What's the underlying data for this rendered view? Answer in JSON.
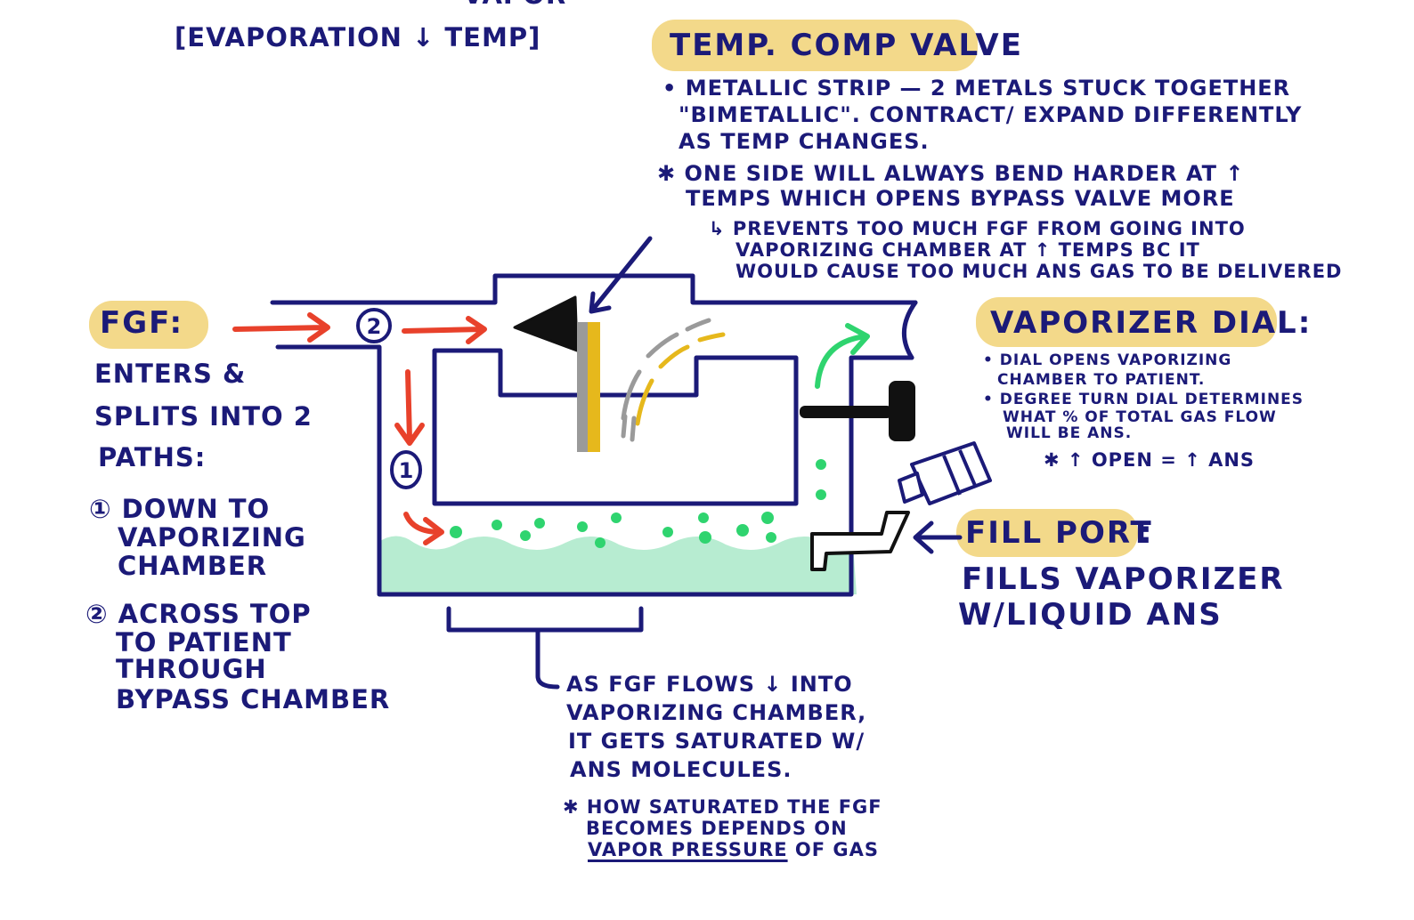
{
  "top": {
    "cutoff_line": "VAPOR",
    "subtitle": "[EVAPORATION ↓ TEMP]"
  },
  "temp_comp_valve": {
    "title": "TEMP. COMP VALVE",
    "bullet1": [
      "• METALLIC STRIP — 2 METALS STUCK TOGETHER",
      "\"BIMETALLIC\". CONTRACT/ EXPAND DIFFERENTLY",
      "AS TEMP CHANGES."
    ],
    "note": [
      "✱ ONE SIDE WILL ALWAYS BEND HARDER AT ↑",
      "TEMPS WHICH OPENS BYPASS VALVE MORE"
    ],
    "sub_note": [
      "↳ PREVENTS TOO MUCH FGF FROM GOING INTO",
      "VAPORIZING CHAMBER AT ↑ TEMPS BC IT",
      "WOULD CAUSE TOO MUCH ANS GAS TO BE DELIVERED"
    ]
  },
  "fgf": {
    "title": "FGF:",
    "desc": [
      "ENTERS &",
      "SPLITS INTO 2",
      "PATHS:"
    ],
    "path1": [
      "① DOWN TO",
      "VAPORIZING",
      "CHAMBER"
    ],
    "path2": [
      "② ACROSS TOP",
      "TO PATIENT",
      "THROUGH",
      "BYPASS CHAMBER"
    ]
  },
  "diagram": {
    "marker1": "1",
    "marker2": "2"
  },
  "vaporizer_dial": {
    "title": "VAPORIZER DIAL:",
    "lines": [
      "• DIAL OPENS VAPORIZING",
      "CHAMBER TO PATIENT.",
      "• DEGREE TURN DIAL DETERMINES",
      "WHAT % OF TOTAL GAS FLOW",
      "WILL BE ANS."
    ],
    "note": "✱ ↑ OPEN = ↑ ANS"
  },
  "fill_port": {
    "title": "FILL PORT",
    "colon": ":",
    "desc": [
      "FILLS VAPORIZER",
      "W/LIQUID ANS"
    ]
  },
  "bottom_note": {
    "lines": [
      "AS FGF FLOWS ↓ INTO",
      "VAPORIZING CHAMBER,",
      "IT GETS SATURATED W/",
      "ANS MOLECULES."
    ],
    "star_lines": [
      "✱ HOW SATURATED THE FGF",
      "BECOMES DEPENDS ON"
    ],
    "underlined": "VAPOR PRESSURE",
    "tail": " OF GAS"
  },
  "colors": {
    "ink": "#1b1a78",
    "highlight": "#f3d98a",
    "arrow_red": "#e8412b",
    "liquid": "#b7ecd1",
    "molecule": "#2fd46f",
    "metal_gray": "#9a9a9a",
    "metal_gold": "#e6b81c"
  }
}
